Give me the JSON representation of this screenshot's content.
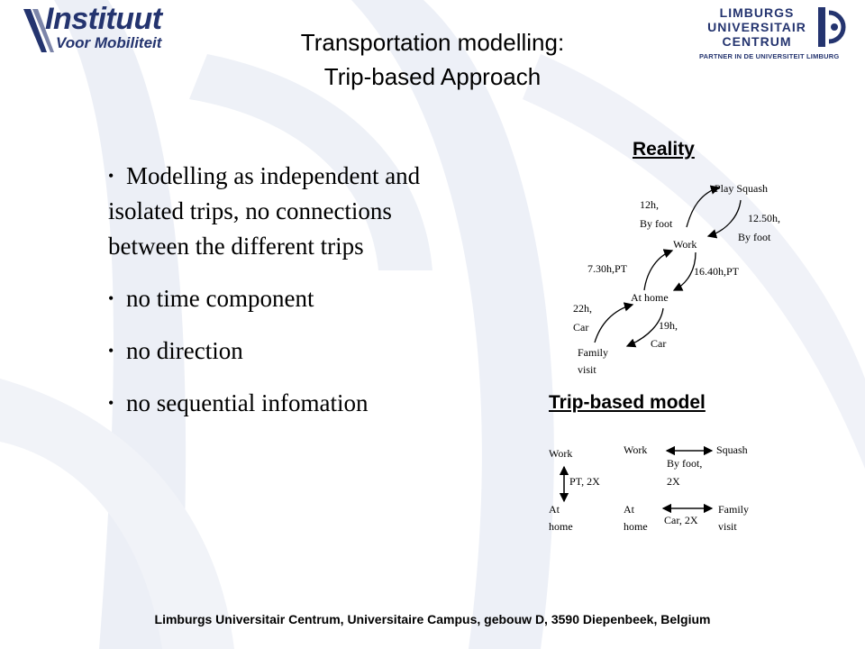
{
  "header": {
    "logo_left_big": "Instituut",
    "logo_left_small": "Voor Mobiliteit",
    "title_line1": "Transportation modelling:",
    "title_line2": "Trip-based Approach",
    "logo_right_line1": "LIMBURGS",
    "logo_right_line2": "UNIVERSITAIR",
    "logo_right_line3": "CENTRUM",
    "logo_right_tagline": "PARTNER IN DE UNIVERSITEIT LIMBURG"
  },
  "bullets": [
    "Modelling as independent and isolated trips, no connections between the different trips",
    "no time component",
    "no direction",
    "no sequential infomation"
  ],
  "reality": {
    "heading": "Reality",
    "play_squash": "Play Squash",
    "work": "Work",
    "at_home": "At home",
    "family": "Family",
    "visit": "visit",
    "t12h": "12h,",
    "by_foot_1": "By foot",
    "t1250h": "12.50h,",
    "by_foot_2": "By foot",
    "t730h": "7.30h,PT",
    "t1640h": "16.40h,PT",
    "t22h": "22h,",
    "car_1": "Car",
    "t19h": "19h,",
    "car_2": "Car"
  },
  "trip_model": {
    "heading": "Trip-based model",
    "work_left": "Work",
    "pt_2x": "PT, 2X",
    "at_left": "At",
    "home_left": "home",
    "work_mid": "Work",
    "squash": "Squash",
    "by_foot": "By foot,",
    "two_x": "2X",
    "at_mid": "At",
    "home_mid": "home",
    "car_2x": "Car, 2X",
    "family": "Family",
    "visit": "visit"
  },
  "footer": {
    "text": "Limburgs Universitair Centrum, Universitaire Campus, gebouw D, 3590 Diepenbeek, Belgium"
  },
  "colors": {
    "logo_blue": "#24346f",
    "background_swoosh": "#e6eaf3"
  }
}
